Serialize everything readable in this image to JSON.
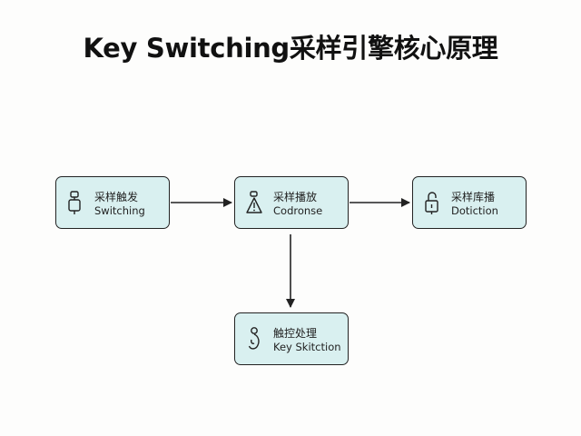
{
  "title": "Key Switching采样引擎核心原理",
  "nodes": [
    {
      "id": "n1",
      "line1": "采样触发",
      "line2": "Switching",
      "icon": "switch-icon"
    },
    {
      "id": "n2",
      "line1": "采样播放",
      "line2": "Codronse",
      "icon": "warning-icon"
    },
    {
      "id": "n3",
      "line1": "采样库播",
      "line2": "Dotiction",
      "icon": "lock-icon"
    },
    {
      "id": "n4",
      "line1": "触控处理",
      "line2": "Key Skitction",
      "icon": "touch-icon"
    }
  ],
  "edges": [
    {
      "from": "n1",
      "to": "n2"
    },
    {
      "from": "n2",
      "to": "n3"
    },
    {
      "from": "n2",
      "to": "n4"
    }
  ],
  "colors": {
    "node_fill": "#d9f0f0",
    "stroke": "#222222"
  }
}
